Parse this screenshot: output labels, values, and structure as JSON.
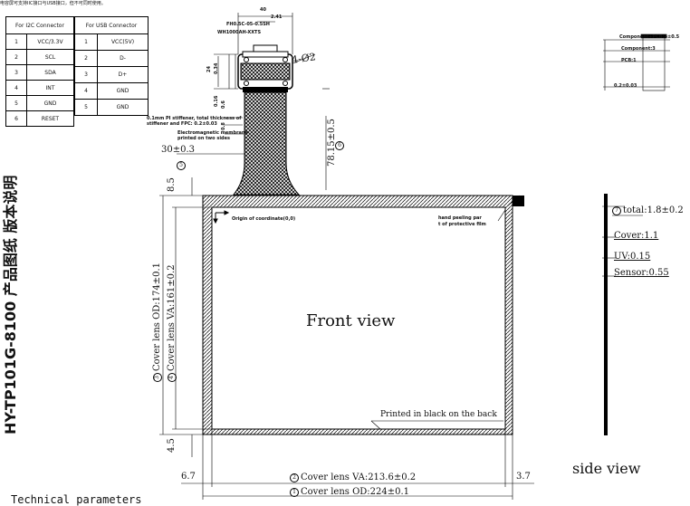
{
  "top_note": "电容屏可支持IIC接口与USB接口，但不可同时使用。",
  "i2c_table": {
    "header": "For I2C Connector",
    "rows": [
      {
        "pin": "1",
        "name": "VCC/3.3V"
      },
      {
        "pin": "2",
        "name": "SCL"
      },
      {
        "pin": "3",
        "name": "SDA"
      },
      {
        "pin": "4",
        "name": "INT"
      },
      {
        "pin": "5",
        "name": "GND"
      },
      {
        "pin": "6",
        "name": "RESET"
      }
    ]
  },
  "usb_table": {
    "header": "For USB Connector",
    "rows": [
      {
        "pin": "1",
        "name": "VCC(5V)"
      },
      {
        "pin": "2",
        "name": "D-"
      },
      {
        "pin": "3",
        "name": "D+"
      },
      {
        "pin": "4",
        "name": "GND"
      },
      {
        "pin": "5",
        "name": "GND"
      }
    ]
  },
  "fpc": {
    "dim_40": "40",
    "dim_241": "2.41",
    "conn1": "FH0.5C-05-0.5SH",
    "conn2": "WH1000AH-XXTS",
    "dim_24": "24",
    "dim_034": "0.34",
    "dim_016": "0.16",
    "dim_06": "0.6",
    "dim_08": "0.8",
    "dim_hole": "4-Ø2",
    "stiffener_note": "0.1mm PI stiffener, total thickness of stiffener and FPC: 0.2±0.03",
    "emi_note1": "Electromagnetic membrane",
    "emi_note2": "printed on two sides",
    "dim_30": "30±0.3",
    "dim_30_num": "5",
    "dim_78": "78.15±0.5",
    "dim_78_num": "6"
  },
  "front": {
    "title": "Front view",
    "origin_note": "Origin of coordinate(0,0)",
    "peel_note1": "hand peeling par",
    "peel_note2": "t of protective film",
    "print_note": "Printed in black on the back",
    "dim_85": "8.5",
    "dim_45": "4.5",
    "dim_67": "6.7",
    "dim_37": "3.7",
    "od_h_num": "3",
    "od_h": "Cover lens OD:174±0.1",
    "va_h_num": "4",
    "va_h": "Cover lens VA:161±0.2",
    "va_w_num": "2",
    "va_w": "Cover lens VA:213.6±0.2",
    "od_w_num": "1",
    "od_w": "Cover lens OD:224±0.1"
  },
  "stack": {
    "c1": "Component+PCB:4±0.5",
    "c2": "Component:3",
    "c3": "PCB:1",
    "c4": "0.2±0.03"
  },
  "side": {
    "title": "side view",
    "total_num": "7",
    "total": "total:1.8±0.2",
    "cover": "Cover:1.1",
    "uv": "UV:0.15",
    "sensor": "Sensor:0.55"
  },
  "bottom_text": "Technical parameters",
  "left_vertical": "HY-TP101G-8100 产品图纸 版本说明"
}
